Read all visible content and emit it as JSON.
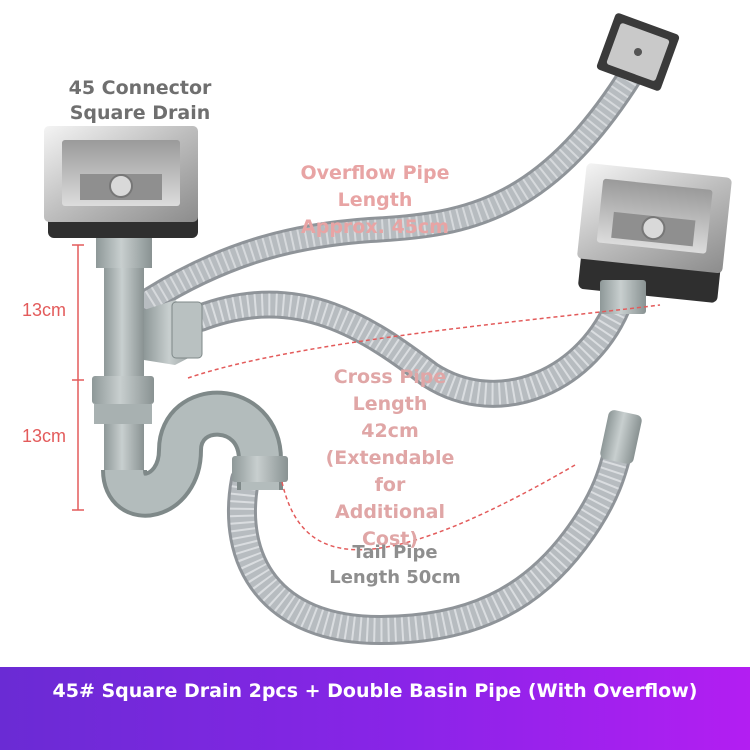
{
  "labels": {
    "connector": [
      "45 Connector",
      "Square Drain"
    ],
    "overflow_pipe": [
      "Overflow Pipe",
      "Length",
      "Approx. 45cm"
    ],
    "cross_pipe": [
      "Cross Pipe",
      "Length",
      "42cm",
      "(Extendable",
      "for",
      "Additional",
      "Cost)"
    ],
    "tail_pipe": [
      "Tail Pipe",
      "Length 50cm"
    ],
    "dim_upper": "13cm",
    "dim_lower": "13cm"
  },
  "banner": {
    "title": "45# Square Drain 2pcs + Double Basin Pipe (With Overflow)"
  },
  "colors": {
    "banner_start": "#6a2bd4",
    "banner_end": "#b31ef2",
    "pipe": "#a9aeb3",
    "fitting": "#9fa8a8",
    "dimension": "#e35b5b",
    "label_pink": "#e8a4a4"
  }
}
